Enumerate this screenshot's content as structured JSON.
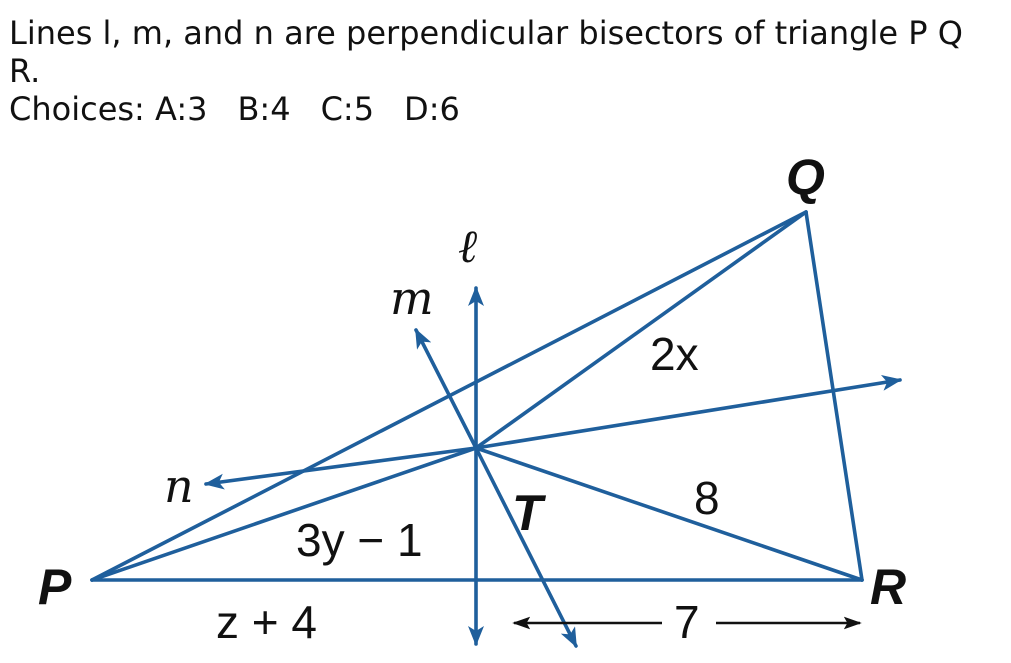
{
  "question": {
    "text": "Lines l, m, and n are perpendicular bisectors of triangle P Q R.",
    "choices_prefix": "Choices:",
    "choices": [
      "A:3",
      "B:4",
      "C:5",
      "D:6"
    ]
  },
  "diagram": {
    "stroke_color": "#1f5f9c",
    "vertices": {
      "P": "P",
      "Q": "Q",
      "R": "R",
      "T": "T"
    },
    "lines": {
      "l": "ℓ",
      "m": "m",
      "n": "n"
    },
    "measures": {
      "QT": "2x",
      "TR": "8",
      "PT": "3y − 1",
      "P_half": "z + 4",
      "R_half": "7"
    }
  }
}
